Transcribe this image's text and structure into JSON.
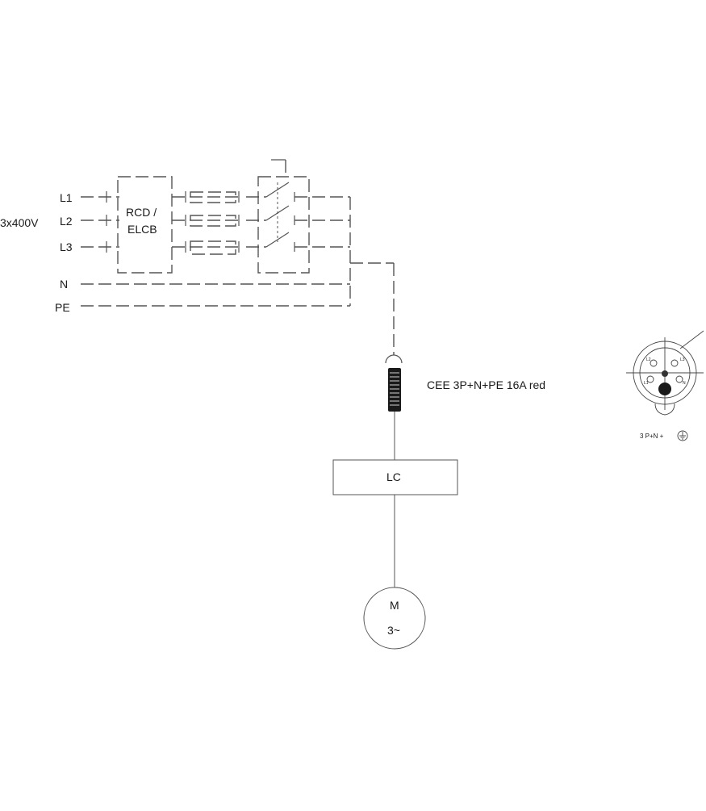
{
  "supply": {
    "voltage": "3x400V",
    "l1": "L1",
    "l2": "L2",
    "l3": "L3",
    "n": "N",
    "pe": "PE"
  },
  "rcd": {
    "line1": "RCD /",
    "line2": "ELCB"
  },
  "plug": {
    "label": "CEE 3P+N+PE 16A red"
  },
  "controller": {
    "label": "LC"
  },
  "motor": {
    "line1": "M",
    "line2": "3~"
  },
  "socket_pinout": {
    "caption": "3 P+N +",
    "pins": [
      "L1",
      "L2",
      "L3",
      "N"
    ]
  }
}
